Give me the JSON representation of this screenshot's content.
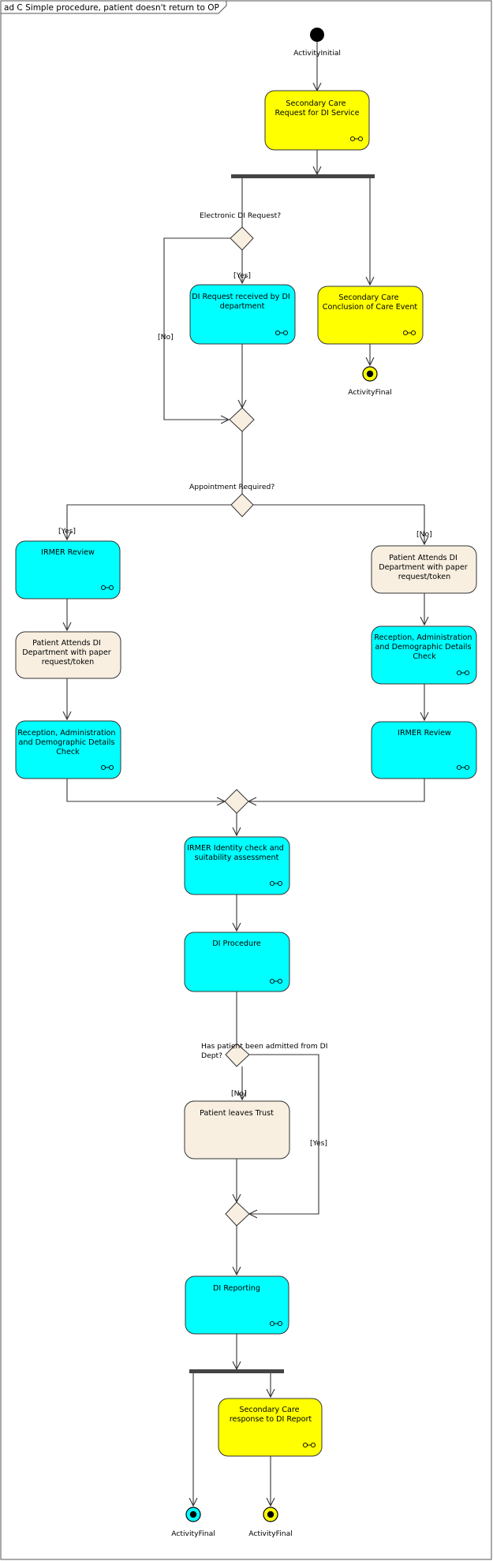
{
  "frame": {
    "title": "ad C Simple procedure, patient doesn't return to OP"
  },
  "colors": {
    "yellow": "#ffff00",
    "cyan": "#00ffff",
    "cream": "#f8efe1",
    "diamond": "#f8efe1",
    "line": "#333333",
    "final_cyan": "#00ffff",
    "final_yellow": "#ffff00"
  },
  "nodes": {
    "initial_label": "ActivityInitial",
    "sc_request": [
      "Secondary Care",
      "Request for DI Service"
    ],
    "di_request_received": [
      "DI Request received by DI",
      "department"
    ],
    "sc_conclusion": [
      "Secondary Care",
      "Conclusion of Care Event"
    ],
    "final_top_label": "ActivityFinal",
    "left_irmer_review": [
      "IRMER Review"
    ],
    "left_patient_attends": [
      "Patient Attends DI",
      "Department with paper",
      "request/token"
    ],
    "left_reception": [
      "Reception, Administration",
      "and Demographic Details",
      "Check"
    ],
    "right_patient_attends": [
      "Patient Attends DI",
      "Department with paper",
      "request/token"
    ],
    "right_reception": [
      "Reception, Administration",
      "and Demographic Details",
      "Check"
    ],
    "right_irmer_review": [
      "IRMER Review"
    ],
    "irmer_identity": [
      "IRMER Identity check and",
      "suitability assessment"
    ],
    "di_procedure": [
      "DI Procedure"
    ],
    "patient_leaves": [
      "Patient leaves Trust"
    ],
    "di_reporting": [
      "DI Reporting"
    ],
    "sc_response": [
      "Secondary Care",
      "response to DI Report"
    ],
    "final_bottom_left_label": "ActivityFinal",
    "final_bottom_right_label": "ActivityFinal"
  },
  "decisions": {
    "electronic": "Electronic DI Request?",
    "appointment": "Appointment Required?",
    "admitted": [
      "Has patient been admitted from DI",
      "Dept?"
    ]
  },
  "guards": {
    "electronic_yes": "[Yes]",
    "electronic_no": "[No]",
    "appointment_yes": "[Yes]",
    "appointment_no": "[No]",
    "admitted_no": "[No]",
    "admitted_yes": "[Yes]"
  }
}
